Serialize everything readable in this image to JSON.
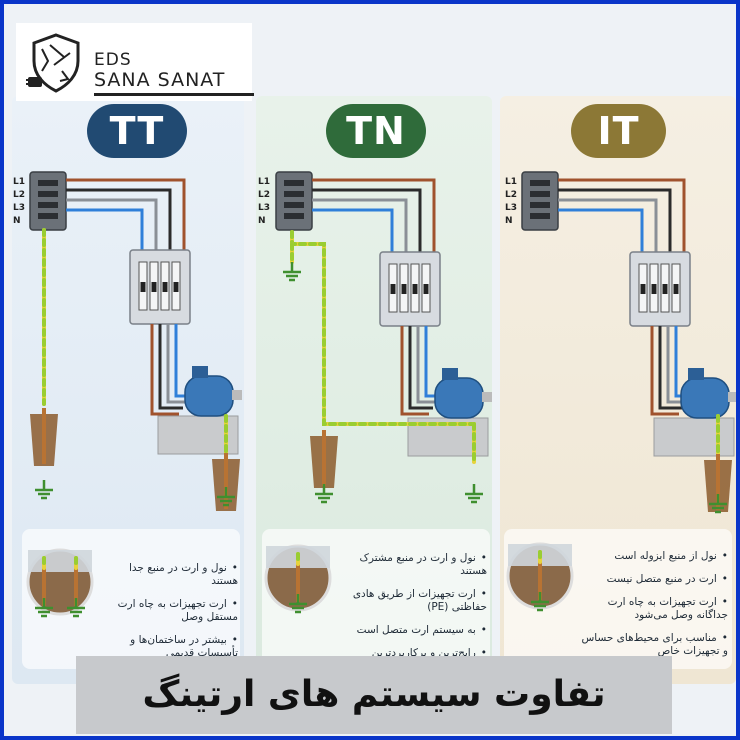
{
  "brand": {
    "line1": "EDS",
    "line2": "SANA SANAT"
  },
  "main_title": "تفاوت سیستم های ارتینگ",
  "phase_labels": [
    "L1",
    "L2",
    "L3",
    "N"
  ],
  "colors": {
    "frame": "#0a35c9",
    "tt": "#214a72",
    "tn": "#2f6b3a",
    "it": "#8c7836",
    "brown": "#a0522d",
    "black": "#2b2b2b",
    "gray": "#8a8f96",
    "blue": "#2f7fd9",
    "pe_green": "#9acd32",
    "pe_yellow": "#e7d33c",
    "motor": "#3a78b8"
  },
  "systems": [
    {
      "id": "tt",
      "label": "TT",
      "notes": [
        "نول و ارت در منبع جدا هستند",
        "ارت تجهیزات به چاه ارت مستقل وصل",
        "بیشتر در ساختمان‌ها و تأسیسات قدیمی"
      ]
    },
    {
      "id": "tn",
      "label": "TN",
      "notes": [
        "نول و ارت در منبع مشترک هستند",
        "ارت تجهیزات از طریق هادی حفاظتی (PE)",
        "به سیستم ارت متصل است",
        "رایج‌ترین و پرکاربردترین سیستم"
      ]
    },
    {
      "id": "it",
      "label": "IT",
      "notes": [
        "نول از منبع ایزوله است",
        "ارت در منبع متصل نیست",
        "ارت تجهیزات به چاه ارت جداگانه وصل می‌شود",
        "مناسب برای محیط‌های حساس و تجهیزات خاص"
      ]
    }
  ]
}
